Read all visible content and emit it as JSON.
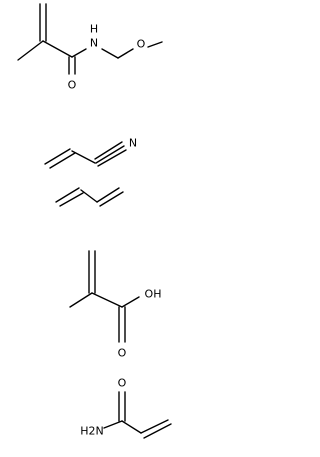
{
  "molecules": [
    {
      "id": "n-methoxymethyl-methacrylamide",
      "labels": {
        "nitrogen_hydrogen": "H",
        "nitrogen": "N",
        "oxygen_ether": "O",
        "oxygen_carbonyl": "O"
      }
    },
    {
      "id": "acrylonitrile",
      "labels": {
        "nitrogen": "N"
      }
    },
    {
      "id": "butadiene",
      "labels": {}
    },
    {
      "id": "methacrylic-acid",
      "labels": {
        "hydroxyl": "OH",
        "oxygen_carbonyl": "O"
      }
    },
    {
      "id": "acrylamide",
      "labels": {
        "oxygen_carbonyl": "O",
        "amine_h2n": "H2N"
      }
    }
  ]
}
